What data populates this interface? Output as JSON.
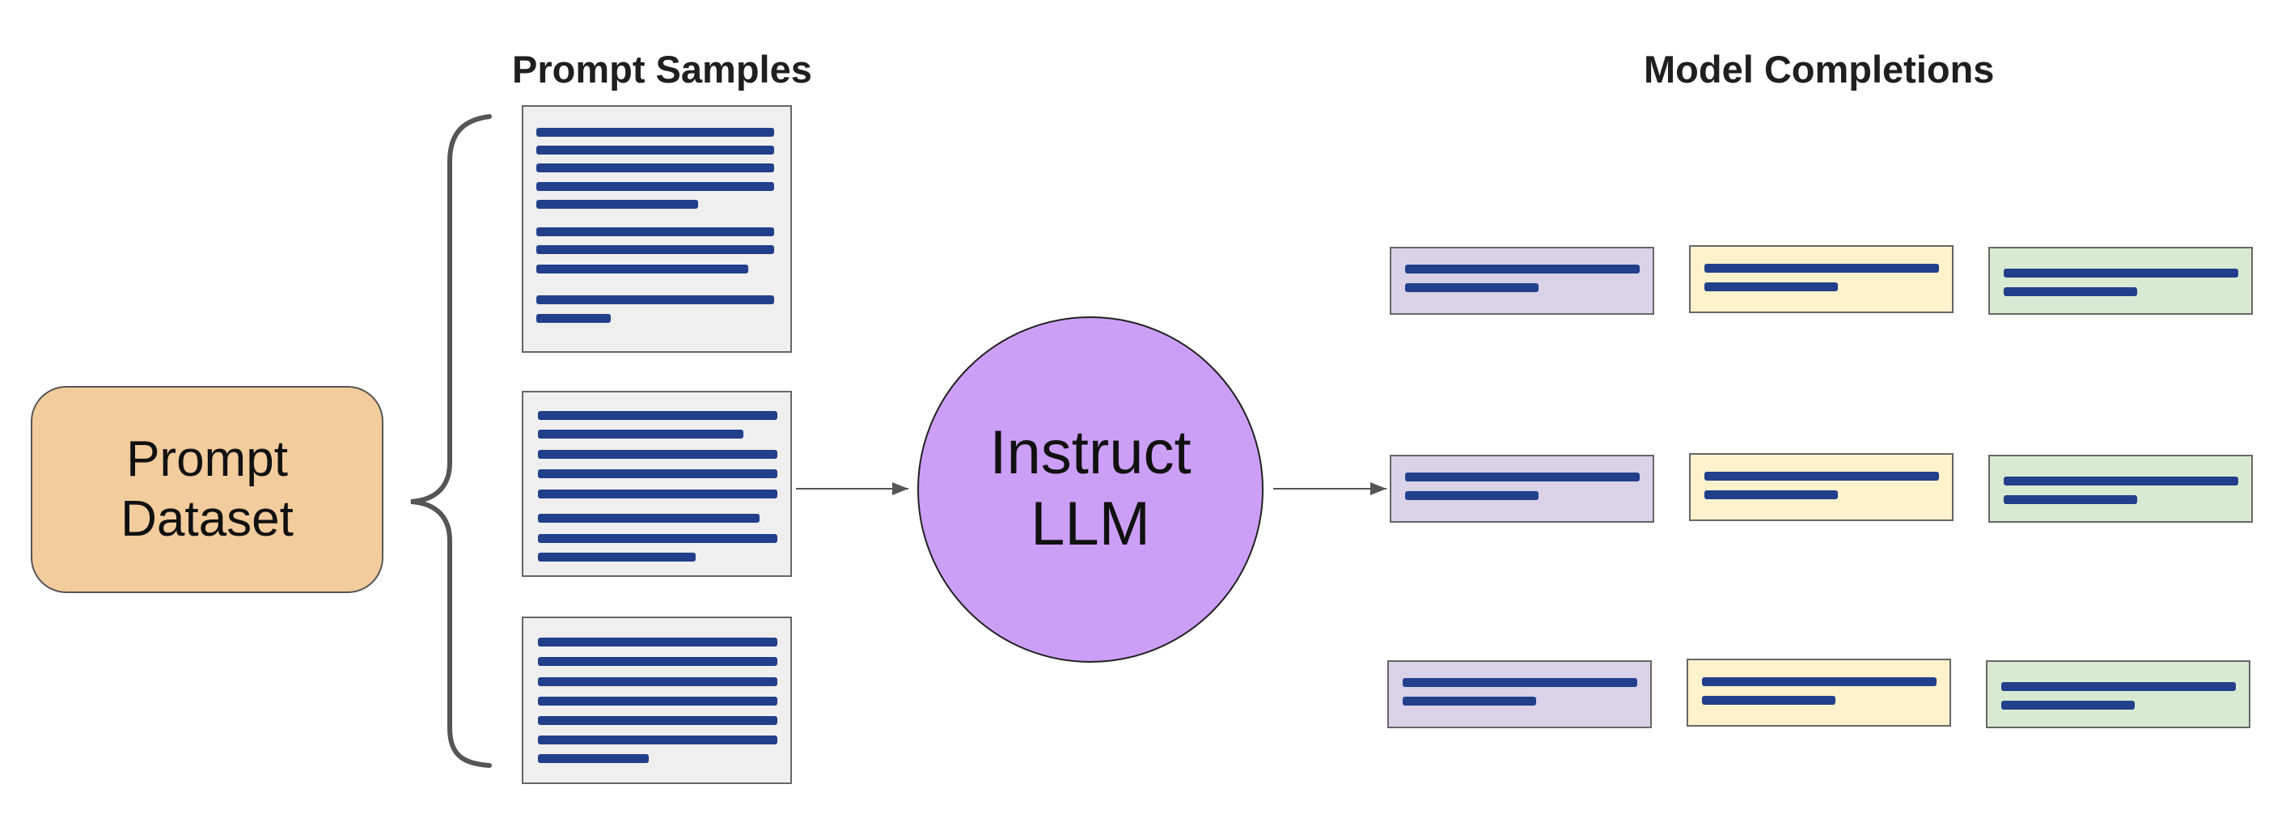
{
  "diagram": {
    "headings": {
      "prompt_samples": "Prompt Samples",
      "model_completions": "Model Completions"
    },
    "dataset": {
      "line1": "Prompt",
      "line2": "Dataset"
    },
    "llm": {
      "line1": "Instruct",
      "line2": "LLM"
    },
    "colors": {
      "dataset_fill": "#f2cc9c",
      "llm_fill": "#cc9ff7",
      "text_bar": "#213f8a",
      "sample_fill": "#efefef",
      "completion_fills": [
        "#d9d2e9",
        "#fdf2cc",
        "#d9ead3"
      ],
      "brace": "#555555"
    },
    "prompt_sample_count": 3,
    "completion_grid": {
      "rows": 3,
      "columns": 3
    }
  }
}
